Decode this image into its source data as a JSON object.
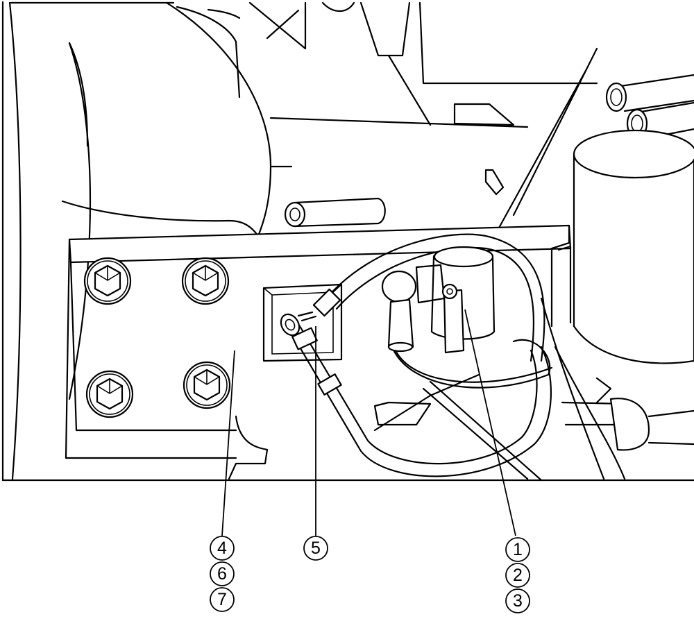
{
  "callouts": {
    "group_left": [
      "4",
      "6",
      "7"
    ],
    "group_middle": [
      "5"
    ],
    "group_right": [
      "1",
      "2",
      "3"
    ]
  }
}
